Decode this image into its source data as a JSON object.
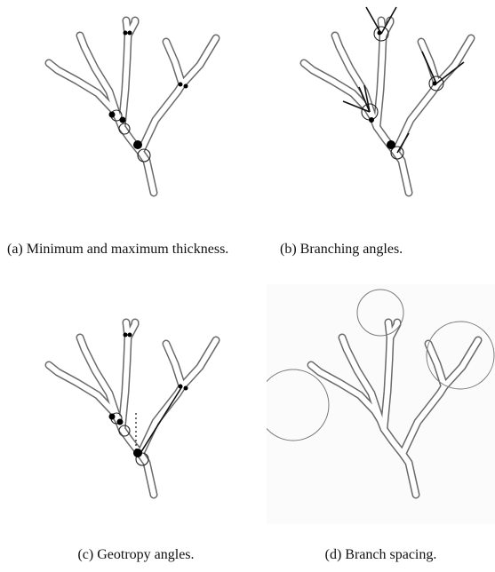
{
  "figure": {
    "panels": [
      {
        "id": "a",
        "caption": "(a) Minimum and maximum thickness."
      },
      {
        "id": "b",
        "caption": "(b) Branching angles."
      },
      {
        "id": "c",
        "caption": "(c) Geotropy angles."
      },
      {
        "id": "d",
        "caption": "(d) Branch spacing."
      }
    ]
  }
}
